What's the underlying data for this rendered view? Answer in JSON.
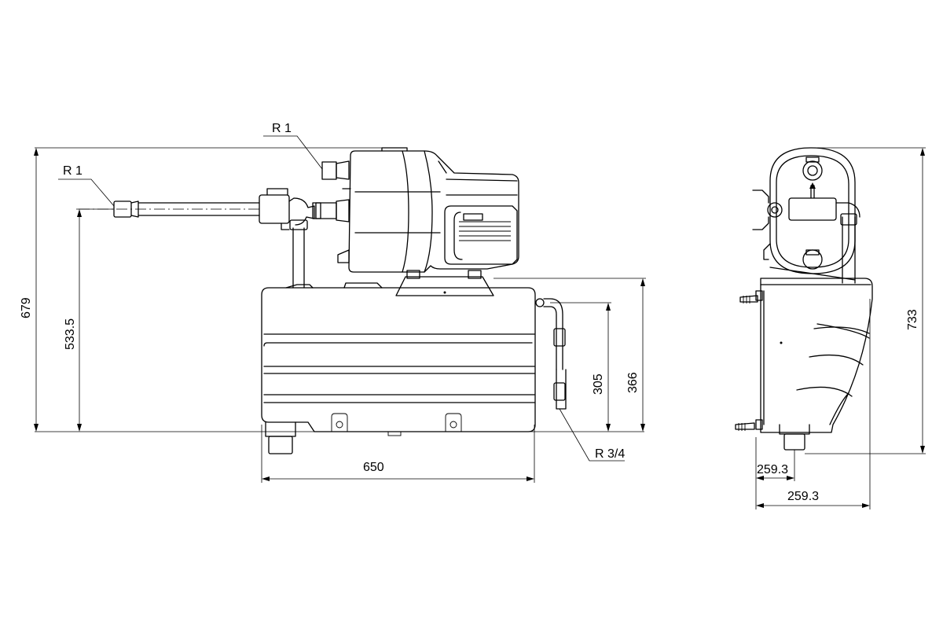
{
  "front_view": {
    "label_outlet_top": "R 1",
    "label_inlet_left": "R 1",
    "label_drain": "R 3/4",
    "dim_total_height": "679",
    "dim_inlet_height": "533.5",
    "dim_tank_height": "366",
    "dim_drain_height": "305",
    "dim_width": "650"
  },
  "side_view": {
    "dim_total_height": "733",
    "dim_depth_inner": "259.3",
    "dim_depth_outer": "259.3"
  }
}
